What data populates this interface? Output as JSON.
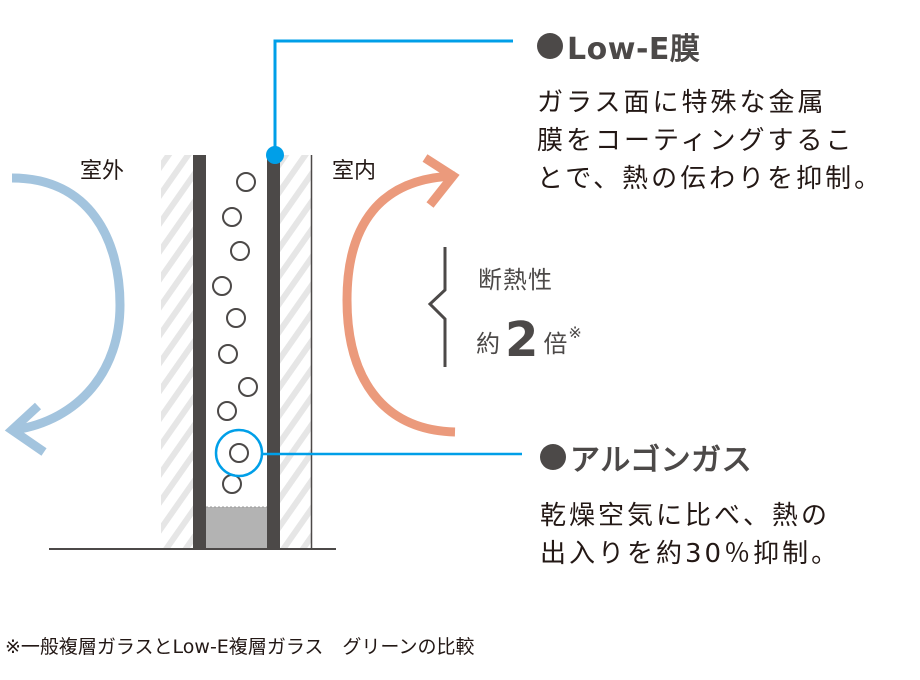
{
  "labels": {
    "outdoor": "室外",
    "indoor": "室内"
  },
  "effect": {
    "line1": "断熱性",
    "prefix": "約",
    "value": "2",
    "suffix": "倍",
    "note_mark": "※"
  },
  "low_e": {
    "title": "Low-E膜",
    "description_lines": [
      "ガラス面に特殊な金属",
      "膜をコーティングするこ",
      "とで、熱の伝わりを抑制。"
    ]
  },
  "argon": {
    "title": "アルゴンガス",
    "description_lines": [
      "乾燥空気に比べ、熱の",
      "出入りを約30％抑制。"
    ]
  },
  "footnote": "※一般複層ガラスとLow-E複層ガラス　グリーンの比較",
  "colors": {
    "callout_blue": "#009fe8",
    "outdoor_arrow": "#a3c4de",
    "indoor_arrow": "#eb9a7c",
    "dark_gray": "#4c4948",
    "spacer_gray": "#b3b3b3",
    "hatch": "#e6e6e6"
  }
}
